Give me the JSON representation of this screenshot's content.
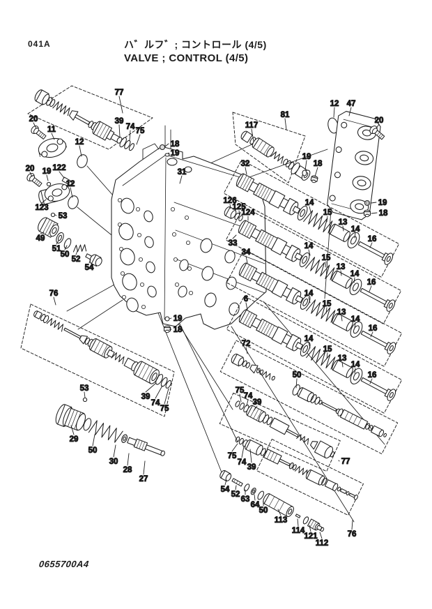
{
  "page": {
    "code": "041A",
    "title_jp": "ハ゛ルフ゛; コントロール (4/5)",
    "title_en": "VALVE ; CONTROL (4/5)",
    "drawing_no": "0655700A4"
  },
  "colors": {
    "ink": "#1b1b1b",
    "paper": "#ffffff"
  },
  "labels": [
    [
      "77",
      171,
      132,
      176,
      162
    ],
    [
      "20",
      48,
      170,
      52,
      184
    ],
    [
      "11",
      74,
      185,
      78,
      200
    ],
    [
      "39",
      171,
      173,
      172,
      196
    ],
    [
      "74",
      187,
      181,
      186,
      201
    ],
    [
      "75",
      201,
      187,
      196,
      207
    ],
    [
      "12",
      114,
      203,
      117,
      224
    ],
    [
      "18",
      251,
      206,
      237,
      210
    ],
    [
      "19",
      251,
      219,
      243,
      221
    ],
    [
      "20",
      43,
      241,
      46,
      253
    ],
    [
      "19",
      67,
      245,
      69,
      259
    ],
    [
      "122",
      85,
      240,
      92,
      255
    ],
    [
      "12",
      101,
      263,
      104,
      283
    ],
    [
      "31",
      261,
      246,
      258,
      263
    ],
    [
      "123",
      60,
      297,
      66,
      286
    ],
    [
      "53",
      90,
      309,
      79,
      308
    ],
    [
      "49",
      58,
      341,
      63,
      333
    ],
    [
      "51",
      81,
      356,
      84,
      345
    ],
    [
      "50",
      93,
      364,
      96,
      352
    ],
    [
      "52",
      109,
      371,
      111,
      360
    ],
    [
      "54",
      128,
      383,
      130,
      372
    ],
    [
      "117",
      361,
      179,
      364,
      203
    ],
    [
      "81",
      409,
      164,
      411,
      186
    ],
    [
      "19",
      440,
      224,
      438,
      244
    ],
    [
      "18",
      456,
      234,
      452,
      253
    ],
    [
      "12",
      480,
      148,
      479,
      168
    ],
    [
      "47",
      504,
      148,
      501,
      166
    ],
    [
      "20",
      544,
      172,
      540,
      184
    ],
    [
      "19",
      549,
      290,
      533,
      291
    ],
    [
      "18",
      550,
      305,
      533,
      306
    ],
    [
      "32",
      352,
      234,
      354,
      250
    ],
    [
      "126",
      330,
      287,
      331,
      299
    ],
    [
      "125",
      343,
      296,
      344,
      308
    ],
    [
      "124",
      356,
      304,
      356,
      316
    ],
    [
      "33",
      334,
      348,
      339,
      337
    ],
    [
      "34",
      353,
      361,
      355,
      377
    ],
    [
      "6",
      353,
      428,
      355,
      444
    ],
    [
      "72",
      353,
      492,
      355,
      507
    ],
    [
      "14",
      444,
      290,
      446,
      304
    ],
    [
      "15",
      470,
      304,
      469,
      318
    ],
    [
      "13",
      492,
      318,
      493,
      331
    ],
    [
      "14",
      510,
      328,
      509,
      341
    ],
    [
      "16",
      534,
      342,
      531,
      355
    ],
    [
      "14",
      443,
      352,
      445,
      366
    ],
    [
      "15",
      468,
      369,
      467,
      383
    ],
    [
      "13",
      489,
      382,
      490,
      395
    ],
    [
      "14",
      509,
      392,
      508,
      405
    ],
    [
      "16",
      533,
      404,
      530,
      418
    ],
    [
      "14",
      443,
      420,
      445,
      434
    ],
    [
      "15",
      469,
      435,
      468,
      449
    ],
    [
      "13",
      490,
      447,
      491,
      460
    ],
    [
      "14",
      510,
      457,
      509,
      470
    ],
    [
      "16",
      535,
      470,
      532,
      483
    ],
    [
      "14",
      443,
      485,
      445,
      499
    ],
    [
      "15",
      470,
      500,
      469,
      514
    ],
    [
      "13",
      491,
      513,
      492,
      526
    ],
    [
      "14",
      510,
      522,
      509,
      535
    ],
    [
      "16",
      534,
      537,
      531,
      550
    ],
    [
      "50",
      426,
      537,
      425,
      556
    ],
    [
      "76",
      77,
      420,
      80,
      437
    ],
    [
      "19",
      255,
      456,
      243,
      457
    ],
    [
      "18",
      255,
      472,
      243,
      472
    ],
    [
      "39",
      209,
      568,
      224,
      549
    ],
    [
      "74",
      223,
      577,
      233,
      553
    ],
    [
      "75",
      236,
      585,
      242,
      557
    ],
    [
      "53",
      121,
      556,
      122,
      570
    ],
    [
      "29",
      106,
      629,
      102,
      610
    ],
    [
      "50",
      133,
      645,
      136,
      623
    ],
    [
      "30",
      163,
      661,
      166,
      638
    ],
    [
      "28",
      183,
      673,
      185,
      650
    ],
    [
      "27",
      206,
      686,
      208,
      661
    ],
    [
      "75",
      344,
      559,
      346,
      576
    ],
    [
      "74",
      356,
      567,
      354,
      582
    ],
    [
      "39",
      369,
      576,
      364,
      589
    ],
    [
      "75",
      333,
      653,
      341,
      636
    ],
    [
      "74",
      347,
      662,
      350,
      640
    ],
    [
      "39",
      361,
      669,
      359,
      644
    ],
    [
      "77",
      496,
      661,
      486,
      660
    ],
    [
      "54",
      323,
      701,
      325,
      688
    ],
    [
      "52",
      338,
      708,
      339,
      696
    ],
    [
      "63",
      352,
      715,
      352,
      702
    ],
    [
      "64",
      366,
      723,
      365,
      709
    ],
    [
      "50",
      378,
      731,
      378,
      716
    ],
    [
      "113",
      403,
      745,
      399,
      730
    ],
    [
      "114",
      428,
      760,
      427,
      744
    ],
    [
      "121",
      446,
      768,
      444,
      753
    ],
    [
      "112",
      462,
      778,
      459,
      763
    ],
    [
      "76",
      505,
      765,
      506,
      746
    ]
  ]
}
